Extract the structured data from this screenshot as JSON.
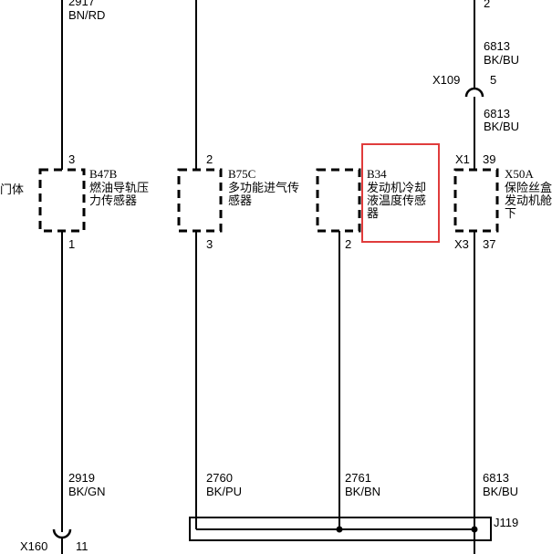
{
  "colors": {
    "highlight": "#e03c3c",
    "line": "#000000"
  },
  "top": {
    "left_wire_number": "2917",
    "left_wire_color": "BN/RD",
    "right_pin": "2",
    "right_wire_number": "6813",
    "right_wire_color": "BK/BU"
  },
  "connector_x109": {
    "label": "X109",
    "pin": "5",
    "wire_below_number": "6813",
    "wire_below_color": "BK/BU"
  },
  "left_cut_label": "门体",
  "components": [
    {
      "id": "B47B",
      "name_lines": [
        "燃油导轨压",
        "力传感器"
      ],
      "pin_top": "3",
      "pin_bottom": "1"
    },
    {
      "id": "B75C",
      "name_lines": [
        "多功能进气传",
        "感器"
      ],
      "pin_top": "2",
      "pin_bottom": "3"
    },
    {
      "id": "B34",
      "name_lines": [
        "发动机冷却",
        "液温度传感",
        "器"
      ],
      "pin_bottom": "2"
    },
    {
      "id": "X50A",
      "name_lines": [
        "保险丝盒",
        "发动机舱",
        "下"
      ],
      "top_connector": "X1",
      "pin_top": "39",
      "bottom_connector": "X3",
      "pin_bottom": "37"
    }
  ],
  "bottom_wires": [
    {
      "number": "2919",
      "color": "BK/GN"
    },
    {
      "number": "2760",
      "color": "BK/PU"
    },
    {
      "number": "2761",
      "color": "BK/BN"
    },
    {
      "number": "6813",
      "color": "BK/BU"
    }
  ],
  "splice": {
    "label": "J119"
  },
  "connector_x160": {
    "label": "X160",
    "pin": "11"
  }
}
